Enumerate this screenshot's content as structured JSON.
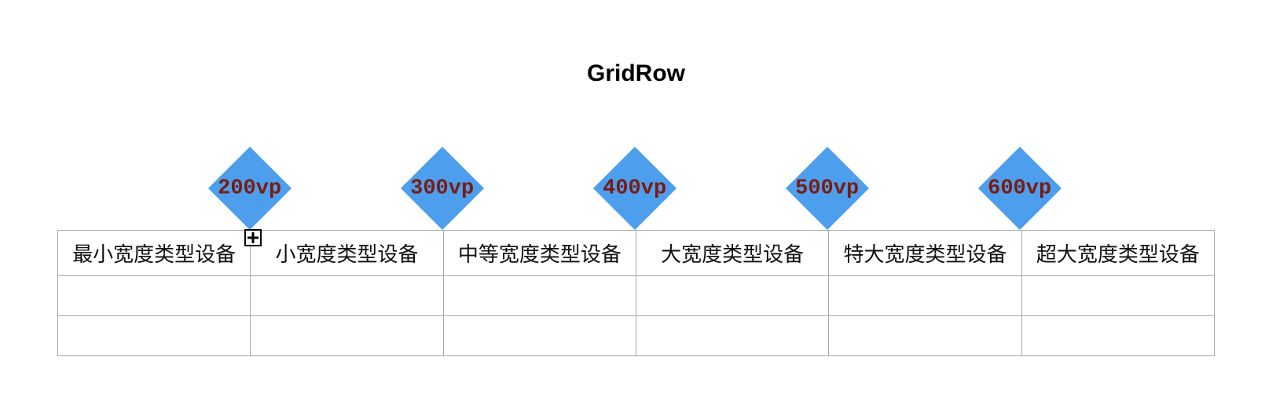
{
  "title": "GridRow",
  "diamonds": [
    {
      "label": "200vp"
    },
    {
      "label": "300vp"
    },
    {
      "label": "400vp"
    },
    {
      "label": "500vp"
    },
    {
      "label": "600vp"
    }
  ],
  "table": {
    "headers": [
      "最小宽度类型设备",
      "小宽度类型设备",
      "中等宽度类型设备",
      "大宽度类型设备",
      "特大宽度类型设备",
      "超大宽度类型设备"
    ],
    "rows": [
      [
        "",
        "",
        "",
        "",
        "",
        ""
      ],
      [
        "",
        "",
        "",
        "",
        "",
        ""
      ]
    ]
  },
  "icons": {
    "plus_cursor": "plus-in-square"
  },
  "colors": {
    "diamond_fill": "#4d9eec",
    "diamond_label": "#7b1b10",
    "table_border": "#a8a8a8",
    "title": "#000000"
  }
}
